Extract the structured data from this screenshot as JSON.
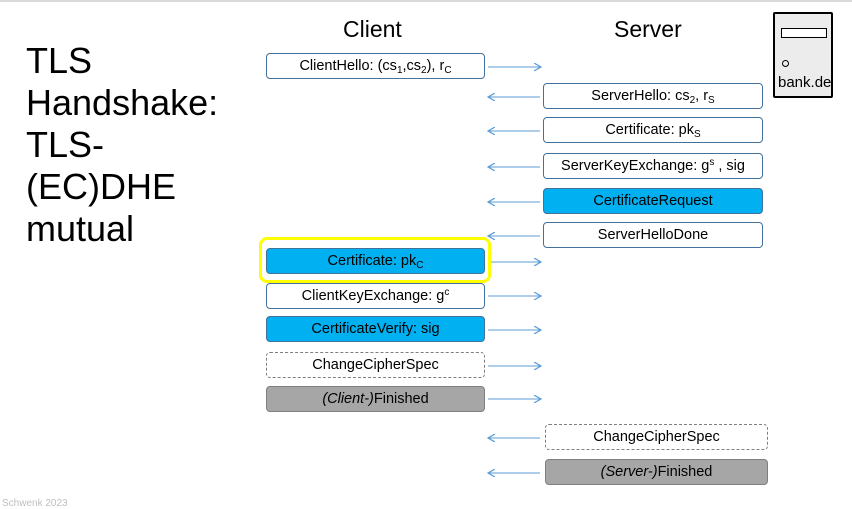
{
  "slide": {
    "title": "TLS\nHandshake:\nTLS-\n(EC)DHE\nmutual",
    "client_label": "Client",
    "server_label": "Server",
    "server_name": "bank.de",
    "footer": "Schwenk 2023"
  },
  "messages": [
    {
      "id": "client-hello",
      "direction": "client-to-server",
      "style": "plain",
      "parts": [
        [
          "t",
          "ClientHello: (cs"
        ],
        [
          "sub",
          "1"
        ],
        [
          "t",
          ",cs"
        ],
        [
          "sub",
          "2"
        ],
        [
          "t",
          "), r"
        ],
        [
          "sub",
          "C"
        ]
      ]
    },
    {
      "id": "server-hello",
      "direction": "server-to-client",
      "style": "plain",
      "parts": [
        [
          "t",
          "ServerHello: cs"
        ],
        [
          "sub",
          "2"
        ],
        [
          "t",
          ", r"
        ],
        [
          "sub",
          "S"
        ]
      ]
    },
    {
      "id": "server-certificate",
      "direction": "server-to-client",
      "style": "plain",
      "parts": [
        [
          "t",
          "Certificate: pk"
        ],
        [
          "sub",
          "S"
        ]
      ]
    },
    {
      "id": "server-key-exchange",
      "direction": "server-to-client",
      "style": "plain",
      "parts": [
        [
          "t",
          "ServerKeyExchange: g"
        ],
        [
          "sup",
          "s"
        ],
        [
          "t",
          " , sig"
        ]
      ]
    },
    {
      "id": "certificate-request",
      "direction": "server-to-client",
      "style": "blue",
      "parts": [
        [
          "t",
          "CertificateRequest"
        ]
      ]
    },
    {
      "id": "server-hello-done",
      "direction": "server-to-client",
      "style": "plain",
      "parts": [
        [
          "t",
          "ServerHelloDone"
        ]
      ]
    },
    {
      "id": "client-certificate",
      "direction": "client-to-server",
      "style": "blue",
      "highlighted": true,
      "parts": [
        [
          "t",
          "Certificate: pk"
        ],
        [
          "sub",
          "C"
        ]
      ]
    },
    {
      "id": "client-key-exchange",
      "direction": "client-to-server",
      "style": "plain",
      "parts": [
        [
          "t",
          "ClientKeyExchange: g"
        ],
        [
          "sup",
          "c"
        ]
      ]
    },
    {
      "id": "certificate-verify",
      "direction": "client-to-server",
      "style": "blue",
      "parts": [
        [
          "t",
          "CertificateVerify: sig"
        ]
      ]
    },
    {
      "id": "client-change-cipher-spec",
      "direction": "client-to-server",
      "style": "dashed",
      "parts": [
        [
          "t",
          "ChangeCipherSpec"
        ]
      ]
    },
    {
      "id": "client-finished",
      "direction": "client-to-server",
      "style": "gray",
      "parts": [
        [
          "i",
          "(Client-)"
        ],
        [
          "t",
          "Finished"
        ]
      ]
    },
    {
      "id": "server-change-cipher-spec",
      "direction": "server-to-client",
      "style": "dashed",
      "parts": [
        [
          "t",
          "ChangeCipherSpec"
        ]
      ]
    },
    {
      "id": "server-finished",
      "direction": "server-to-client",
      "style": "gray",
      "parts": [
        [
          "i",
          "(Server-)"
        ],
        [
          "t",
          "Finished"
        ]
      ]
    }
  ],
  "colors": {
    "blue_box": "#00b0f0",
    "gray_box": "#a6a6a6",
    "arrow": "#5b9bd5",
    "highlight": "#ffff00"
  }
}
